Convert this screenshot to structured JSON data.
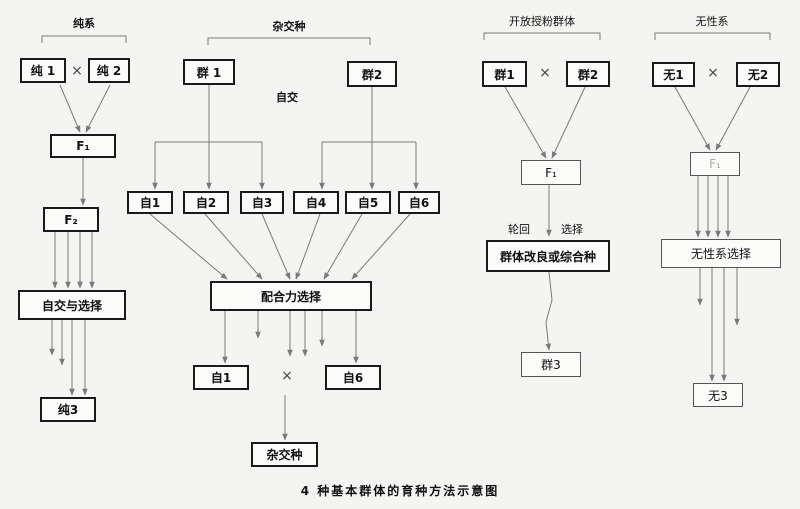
{
  "sections": {
    "pure": "纯系",
    "hybrid": "杂交种",
    "open": "开放授粉群体",
    "clone": "无性系"
  },
  "pure_nodes": {
    "parent1": "纯 1",
    "parent2": "纯 2",
    "f1": "F₁",
    "f2": "F₂",
    "selection": "自交与选择",
    "result": "纯3"
  },
  "hybrid_nodes": {
    "group1": "群 1",
    "group2": "群2",
    "selfing": "自交",
    "selfed": [
      "自1",
      "自2",
      "自3",
      "自4",
      "自5",
      "自6"
    ],
    "combining": "配合力选择",
    "out1": "自1",
    "out6": "自6",
    "result": "杂交种"
  },
  "open_nodes": {
    "group1": "群1",
    "group2": "群2",
    "f1": "F₁",
    "recurrent": "轮回",
    "select": "选择",
    "improve": "群体改良或综合种",
    "result": "群3"
  },
  "clone_nodes": {
    "parent1": "无1",
    "parent2": "无2",
    "f1": "F₁",
    "selection": "无性系选择",
    "result": "无3"
  },
  "cross_symbol": "×",
  "caption": "4 种基本群体的育种方法示意图",
  "colors": {
    "line": "#7a7a7a",
    "border": "#1a1a1a",
    "background": "#f4f4f2"
  }
}
